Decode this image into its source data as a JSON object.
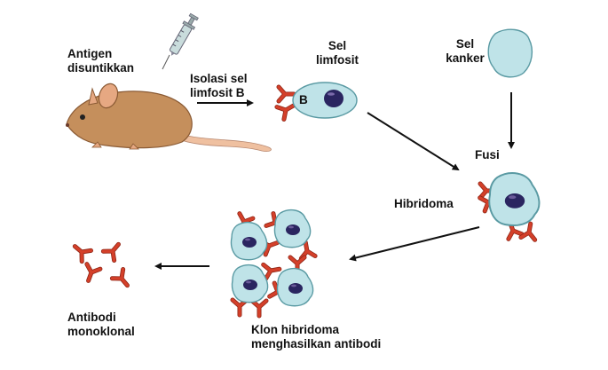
{
  "title": "Pembuatan antibodi monoklonal",
  "labels": {
    "antigen_line1": "Antigen",
    "antigen_line2": "disuntikkan",
    "isolation_line1": "Isolasi sel",
    "isolation_line2": "limfosit B",
    "lymphocyte_line1": "Sel",
    "lymphocyte_line2": "limfosit",
    "b_marker": "B",
    "cancer_line1": "Sel",
    "cancer_line2": "kanker",
    "fusion": "Fusi",
    "hybridoma": "Hibridoma",
    "clone_line1": "Klon hibridoma",
    "clone_line2": "menghasilkan antibodi",
    "antibody_line1": "Antibodi",
    "antibody_line2": "monoklonal"
  },
  "colors": {
    "mouse_body": "#c58f5c",
    "mouse_ear": "#e6a882",
    "tail": "#efc0a0",
    "cell_fill": "#bfe3e8",
    "cell_stroke": "#5a9aa3",
    "nucleus": "#2a2560",
    "antibody": "#d4402a",
    "antibody_stroke": "#8e2414",
    "syringe_body": "#c9dcdc",
    "arrow": "#111111"
  }
}
